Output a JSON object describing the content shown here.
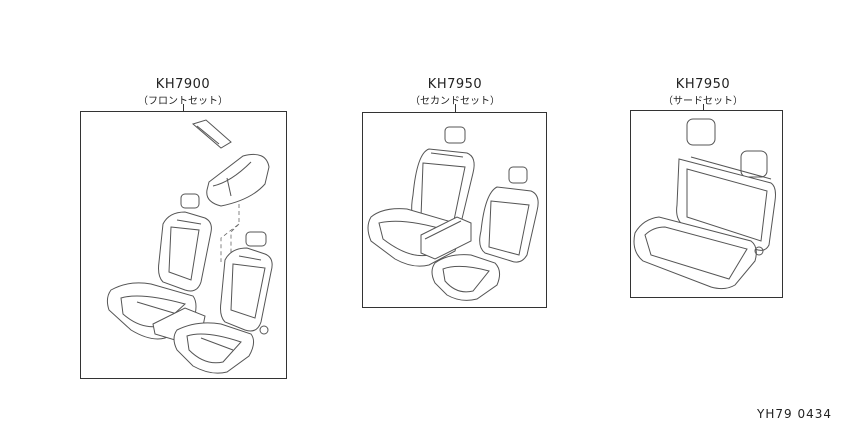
{
  "groups": [
    {
      "code": "KH7900",
      "name": "（フロントセット）"
    },
    {
      "code": "KH7950",
      "name": "（セカンドセット）"
    },
    {
      "code": "KH7950",
      "name": "（サードセット）"
    }
  ],
  "reference": "YH79 0434"
}
